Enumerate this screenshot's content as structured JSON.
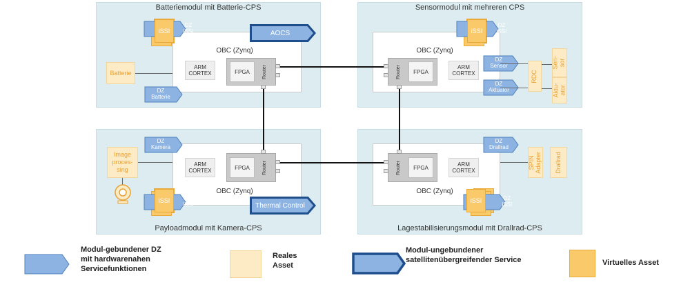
{
  "modules": {
    "battery": {
      "title": "Batteriemodul mit Batterie-CPS",
      "obc_label": "OBC (Zynq)",
      "arm_label": "ARM\nCORTEX",
      "fpga_label": "FPGA",
      "router_label": "Router",
      "issi_label": "iSSI",
      "dz_issi_label": "DZ\niSSI",
      "service_label": "AOCS",
      "real_asset_label": "Batterie",
      "dz_asset_label": "DZ\nBatterie"
    },
    "sensor": {
      "title": "Sensormodul mit mehreren CPS",
      "obc_label": "OBC (Zynq)",
      "arm_label": "ARM\nCORTEX",
      "fpga_label": "FPGA",
      "router_label": "Router",
      "issi_label": "iSSI",
      "dz_issi_label": "DZ\niSSI",
      "dz_sensor_label": "DZ\nSensor",
      "dz_aktuator_label": "DZ\nAktuator",
      "rdc_label": "RDC",
      "sensor_label": "Sen-\nsor",
      "aktuator_label": "Aktu-\nator"
    },
    "payload": {
      "title": "Payloadmodul mit Kamera-CPS",
      "obc_label": "OBC (Zynq)",
      "arm_label": "ARM\nCORTEX",
      "fpga_label": "FPGA",
      "router_label": "Router",
      "issi_label": "iSSI",
      "dz_issi_label": "DZ\niSSI",
      "dz_kamera_label": "DZ\nKamera",
      "image_label": "Image\nproces-\nsing",
      "service_label": "Thermal Control"
    },
    "attitude": {
      "title": "Lagestabilisierungsmodul mit Drallrad-CPS",
      "obc_label": "OBC (Zynq)",
      "arm_label": "ARM\nCORTEX",
      "fpga_label": "FPGA",
      "router_label": "Router",
      "issi_label": "iSSI",
      "dz_issi_label": "DZ\niSSI",
      "dz_drallrad_label": "DZ\nDrallrad",
      "spin_label": "SPIN\nAdapter",
      "drallrad_label": "Drallrad"
    }
  },
  "legend": {
    "module_bound": "Modul-gebundener DZ\nmit hardwarenahen\nServicefunktionen",
    "real_asset": "Reales\nAsset",
    "module_unbound": "Modul-ungebundener\nsatellitenübergreifender Service",
    "virtual_asset": "Virtuelles Asset"
  },
  "colors": {
    "module_bg": "#dcecf0",
    "dz_blue": "#8db3e2",
    "dz_border": "#4f81bd",
    "service_fill": "#8db3e2",
    "service_border": "#1f4e8c",
    "virtual_asset": "#fac96a",
    "real_asset": "#fdebc6",
    "real_text": "#e7a234"
  },
  "icons": {
    "camera": "camera-icon"
  }
}
